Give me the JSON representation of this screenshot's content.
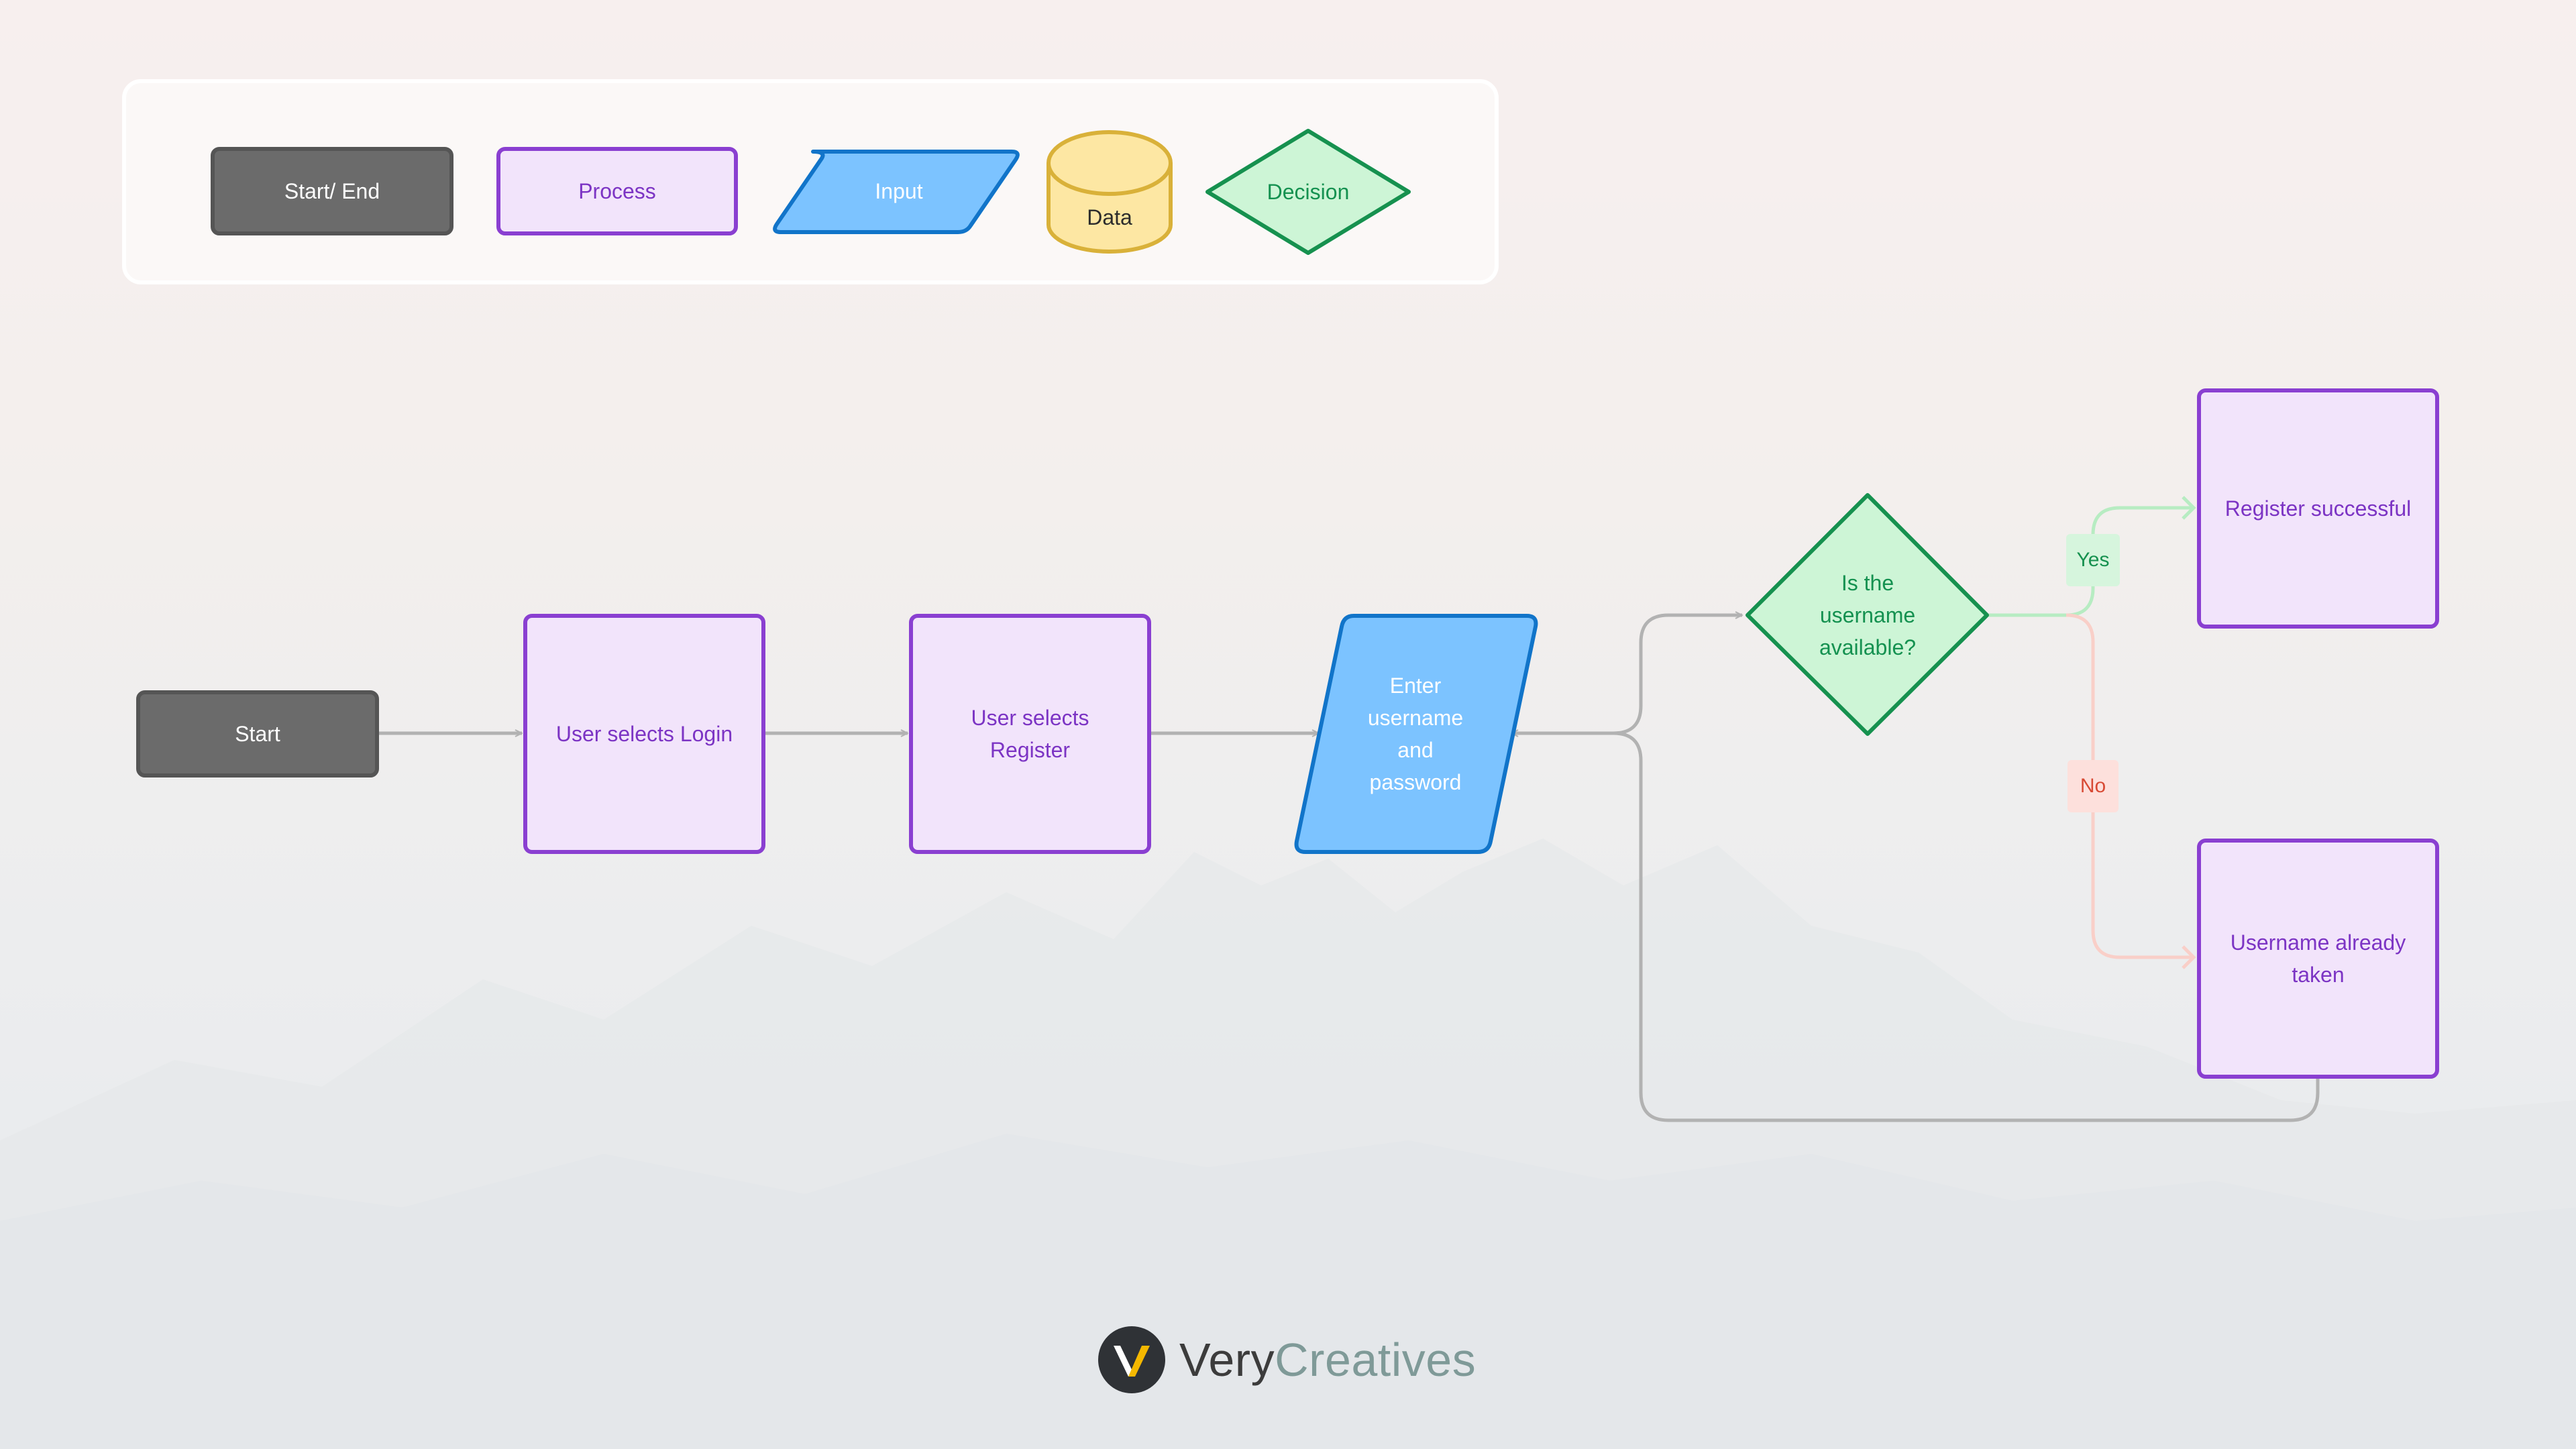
{
  "legend": {
    "start_end": "Start/ End",
    "process": "Process",
    "input": "Input",
    "data": "Data",
    "decision": "Decision"
  },
  "nodes": {
    "start": "Start",
    "login": "User selects Login",
    "register": "User selects Register",
    "enter": "Enter username and password",
    "decision": "Is the username available?",
    "success": "Register successful",
    "taken": "Username already taken"
  },
  "edges": {
    "yes": "Yes",
    "no": "No"
  },
  "brand": {
    "very": "Very",
    "creatives": "Creatives"
  },
  "colors": {
    "start_end_fill": "#6b6b6b",
    "process_fill": "#f2e4fb",
    "process_stroke": "#8a3fd1",
    "input_fill": "#7cc3ff",
    "input_stroke": "#1174c9",
    "data_fill": "#fde7a3",
    "data_stroke": "#d9b139",
    "decision_fill": "#cdf5d6",
    "decision_stroke": "#16914f",
    "yes_line": "#b7ecc2",
    "no_line": "#f9cfc8",
    "connector": "#b2b2b2"
  },
  "icons": {
    "brand_logo": "very-creatives-logo-icon"
  }
}
